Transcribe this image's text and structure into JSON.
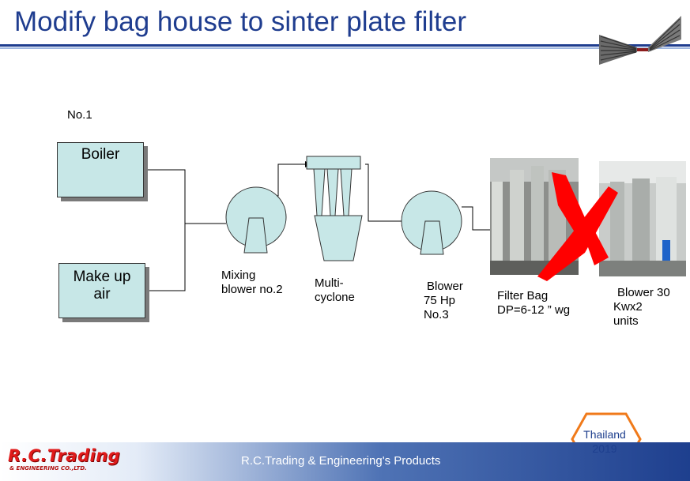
{
  "title": "Modify bag house to sinter plate filter",
  "diagram": {
    "no_label": "No.1",
    "boiler": "Boiler",
    "makeup_line1": "Make up",
    "makeup_line2": "air",
    "mixing_line1": "Mixing",
    "mixing_line2": "blower no.2",
    "cyclone_line1": "Multi-",
    "cyclone_line2": "cyclone",
    "blower3_line1": "Blower",
    "blower3_line2": "75 Hp",
    "blower3_line3": "No.3",
    "filterbag_line1": "Filter Bag",
    "filterbag_line2": "DP=6-12 ” wg",
    "blower30_line1": "Blower 30",
    "blower30_line2": "Kwx2",
    "blower30_line3": "units"
  },
  "footer": {
    "company_text": "R.C.Trading & Engineering's  Products",
    "logo_main": "R.C.Trading",
    "logo_sub": "& ENGINEERING CO.,LTD."
  },
  "badge": {
    "line1": "Thailand",
    "line2": "2019"
  },
  "colors": {
    "title": "#1f3d8f",
    "box_fill": "#c7e7e7",
    "x_mark": "#ff0000",
    "badge_border": "#f07a1a"
  },
  "icons": {
    "header_logo": "filter-element-icon",
    "cross": "x-mark-icon"
  }
}
